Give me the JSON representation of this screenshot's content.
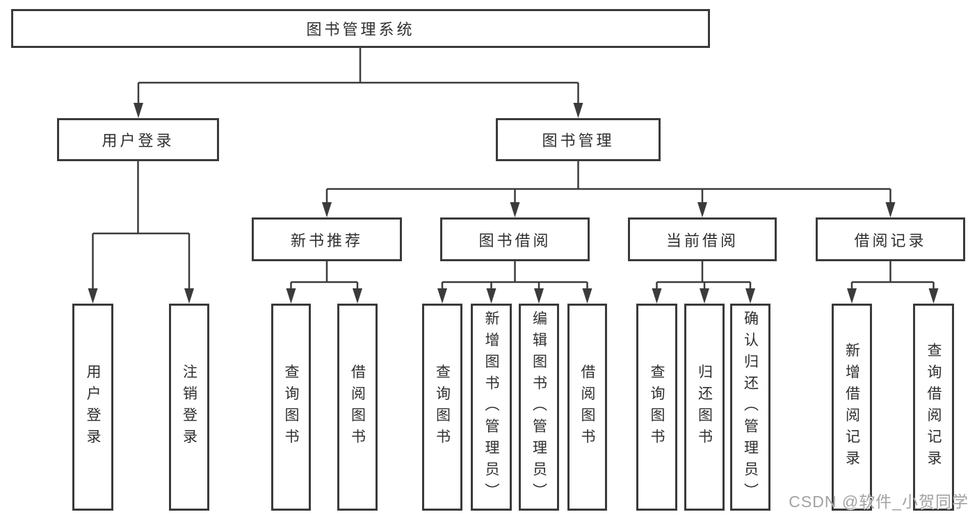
{
  "colors": {
    "line": "#3b3b3b",
    "box_border": "#3a3a3a",
    "box_fill": "#ffffff",
    "text": "#2f2f2f",
    "watermark": "#a2a2a2"
  },
  "watermark": {
    "text": "CSDN @软件_小贺同学"
  },
  "tree": {
    "root": {
      "label": "图书管理系统"
    },
    "branches": [
      {
        "label": "用户登录",
        "children": [
          {
            "label": "用户登录"
          },
          {
            "label": "注销登录"
          }
        ]
      },
      {
        "label": "图书管理",
        "children": [
          {
            "label": "新书推荐",
            "children": [
              {
                "label": "查询图书"
              },
              {
                "label": "借阅图书"
              }
            ]
          },
          {
            "label": "图书借阅",
            "children": [
              {
                "label": "查询图书"
              },
              {
                "label": "新增图书（管理员）"
              },
              {
                "label": "编辑图书（管理员）"
              },
              {
                "label": "借阅图书"
              }
            ]
          },
          {
            "label": "当前借阅",
            "children": [
              {
                "label": "查询图书"
              },
              {
                "label": "归还图书"
              },
              {
                "label": "确认归还（管理员）"
              }
            ]
          },
          {
            "label": "借阅记录",
            "children": [
              {
                "label": "新增借阅记录"
              },
              {
                "label": "查询借阅记录"
              }
            ]
          }
        ]
      }
    ]
  }
}
